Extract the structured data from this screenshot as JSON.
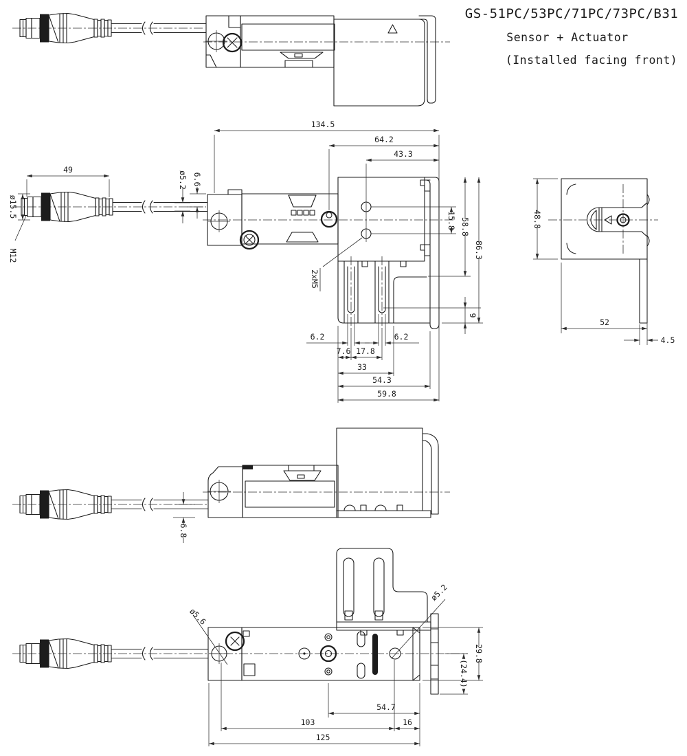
{
  "colors": {
    "ink": "#1c1c1c",
    "paper": "#ffffff"
  },
  "title": {
    "model": "GS-51PC/53PC/71PC/73PC/B31",
    "subtitle": "Sensor + Actuator",
    "note": "(Installed facing front)"
  },
  "front_view": {
    "overall_length": "134.5",
    "adjuster_to_end": "64.2",
    "hole_to_end": "43.3",
    "connector_length": "49",
    "connector_dia": "ø15.5",
    "thread": "M12",
    "cable_dia": "ø5.2",
    "cable_offset": "6.6",
    "hole_pitch": "15.8",
    "body_height": "58.8",
    "overall_height": "86.3",
    "leg_step": "9",
    "thread_holes": "2xM5",
    "slot_width_left": "6.2",
    "slot_width_right": "6.2",
    "edge_to_slot": "7.6",
    "slot_pitch": "17.8",
    "legs_width": "33",
    "to_bracket": "54.3",
    "overall_width": "59.8"
  },
  "side_view": {
    "height": "48.8",
    "width": "52",
    "bracket_thickness": "4.5"
  },
  "rear_view": {
    "cable_offset": "6.8"
  },
  "bottom_view": {
    "hole_dia": "ø5.6",
    "slot_dia": "ø5.2",
    "body_depth": "29.8",
    "bracket_depth": "(24.4)",
    "adjuster_span": "54.7",
    "mount_span": "103",
    "edge_offset": "16",
    "overall_width": "125"
  }
}
